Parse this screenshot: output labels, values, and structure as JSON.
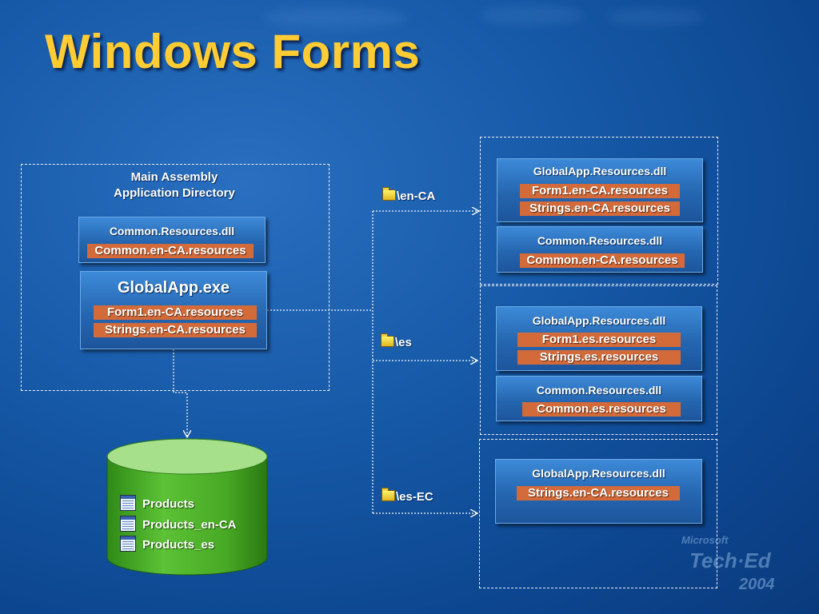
{
  "title": "Windows Forms",
  "main_assembly": {
    "caption_line1": "Main Assembly",
    "caption_line2": "Application Directory",
    "common_box": {
      "dll": "Common.Resources.dll",
      "resources": [
        "Common.en-CA.resources"
      ]
    },
    "exe_box": {
      "name": "GlobalApp.exe",
      "resources": [
        "Form1.en-CA.resources",
        "Strings.en-CA.resources"
      ]
    }
  },
  "folders": [
    {
      "label": "\\en-CA"
    },
    {
      "label": "\\es"
    },
    {
      "label": "\\es-EC"
    }
  ],
  "satellites": {
    "en_ca": {
      "global_box": {
        "dll": "GlobalApp.Resources.dll",
        "resources": [
          "Form1.en-CA.resources",
          "Strings.en-CA.resources"
        ]
      },
      "common_box": {
        "dll": "Common.Resources.dll",
        "resources": [
          "Common.en-CA.resources"
        ]
      }
    },
    "es": {
      "global_box": {
        "dll": "GlobalApp.Resources.dll",
        "resources": [
          "Form1.es.resources",
          "Strings.es.resources"
        ]
      },
      "common_box": {
        "dll": "Common.Resources.dll",
        "resources": [
          "Common.es.resources"
        ]
      }
    },
    "es_ec": {
      "global_box": {
        "dll": "GlobalApp.Resources.dll",
        "resources": [
          "Strings.en-CA.resources"
        ]
      }
    }
  },
  "database": {
    "tables": [
      "Products",
      "Products_en-CA",
      "Products_es"
    ]
  },
  "logo": {
    "line1": "Microsoft",
    "line2": "Tech·Ed",
    "line3": "2004"
  },
  "colors": {
    "title": "#ffcc33",
    "resource_bar": "#d36a3a",
    "box": "#2566b0",
    "database": "#4cae2a"
  }
}
